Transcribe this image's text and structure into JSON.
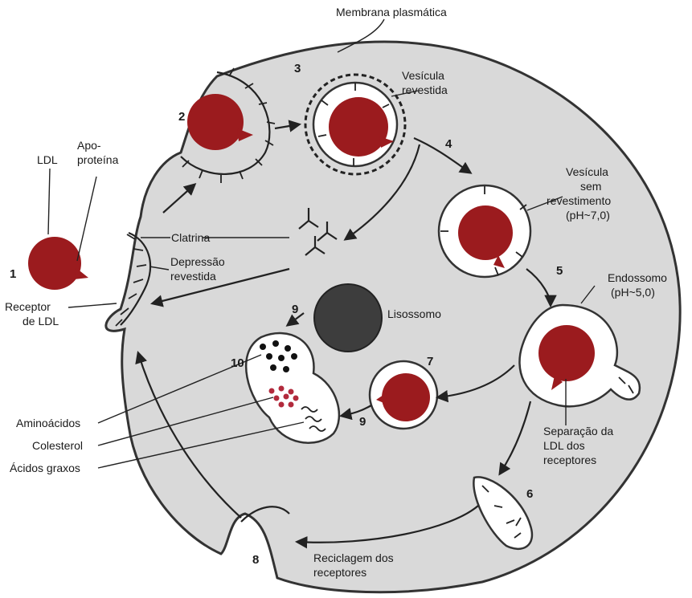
{
  "labels": {
    "plasma_membrane": "Membrana plasmática",
    "ldl": "LDL",
    "apoprotein_line1": "Apo-",
    "apoprotein_line2": "proteína",
    "clathrin": "Clatrina",
    "coated_pit_line1": "Depressão",
    "coated_pit_line2": "revestida",
    "ldl_receptor_line1": "Receptor",
    "ldl_receptor_line2": "de LDL",
    "coated_vesicle_line1": "Vesícula",
    "coated_vesicle_line2": "revestida",
    "uncoated_vesicle_line1": "Vesícula",
    "uncoated_vesicle_line2": "sem",
    "uncoated_vesicle_line3": "revestimento",
    "uncoated_vesicle_line4": "(pH~7,0)",
    "endosome_line1": "Endossomo",
    "endosome_line2": "(pH~5,0)",
    "lysosome": "Lisossomo",
    "separation_line1": "Separação da",
    "separation_line2": "LDL dos",
    "separation_line3": "receptores",
    "amino_acids": "Aminoácidos",
    "cholesterol": "Colesterol",
    "fatty_acids": "Ácidos graxos",
    "recycling_line1": "Reciclagem dos",
    "recycling_line2": "receptores"
  },
  "steps": [
    "1",
    "2",
    "3",
    "4",
    "5",
    "6",
    "7",
    "8",
    "9",
    "9",
    "10"
  ],
  "colors": {
    "cell_fill": "#d9d9d9",
    "ldl_particle": "#9b1b1e",
    "lysosome": "#3d3d3d",
    "outline": "#333333"
  }
}
